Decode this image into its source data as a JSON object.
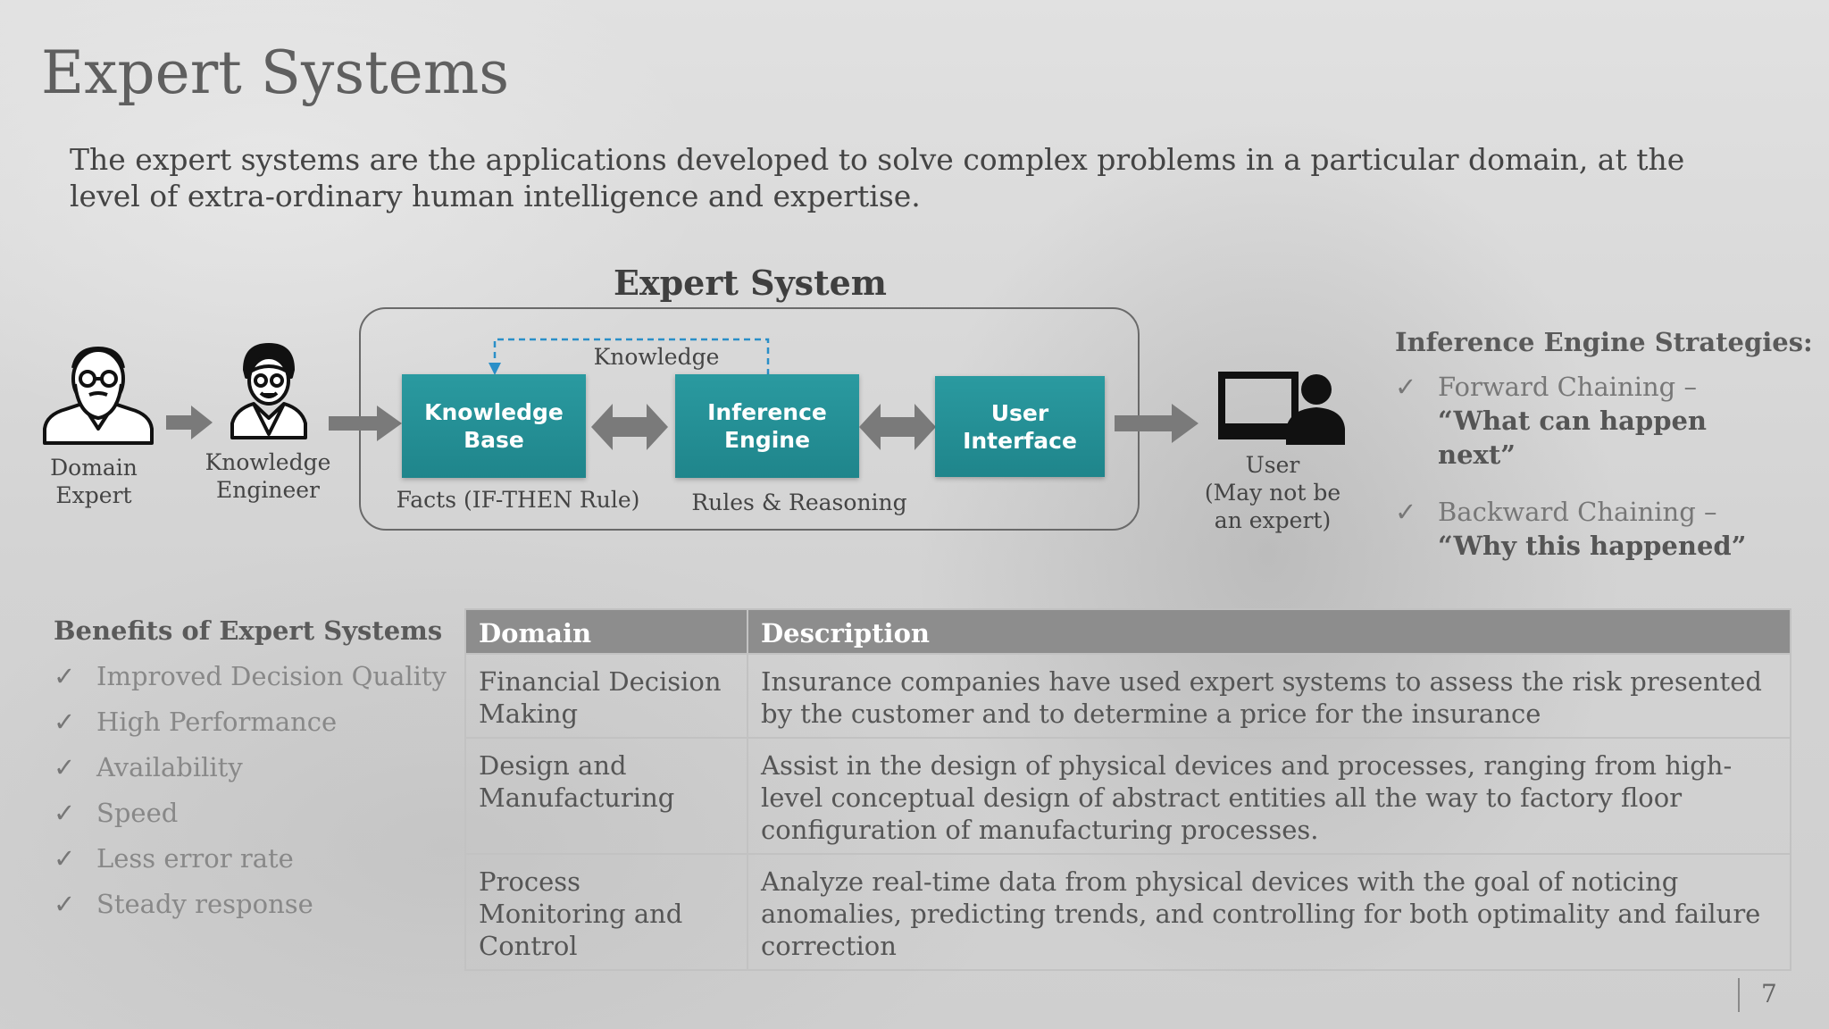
{
  "slide": {
    "title": "Expert Systems",
    "intro": "The expert systems are the applications developed to solve complex problems in a particular domain, at the level of extra-ordinary human intelligence and expertise.",
    "page_number": "7"
  },
  "diagram": {
    "title": "Expert System",
    "domain_expert": "Domain\nExpert",
    "knowledge_engineer": "Knowledge\nEngineer",
    "knowledge_base": "Knowledge\nBase",
    "inference_engine": "Inference\nEngine",
    "user_interface": "User\nInterface",
    "user": "User\n(May not be\nan expert)",
    "facts_caption": "Facts (IF-THEN Rule)",
    "rules_caption": "Rules & Reasoning",
    "feedback_caption": "Knowledge",
    "icons": [
      "domain-expert-icon",
      "knowledge-engineer-icon",
      "user-computer-icon"
    ]
  },
  "strategies": {
    "title": "Inference Engine Strategies:",
    "items": [
      {
        "name": "Forward Chaining – ",
        "quote": "“What can happen next”"
      },
      {
        "name": "Backward Chaining – ",
        "quote": "“Why this happened”"
      }
    ]
  },
  "benefits": {
    "title": "Benefits of Expert Systems",
    "check_glyph": "✓",
    "items": [
      "Improved Decision Quality",
      "High Performance",
      "Availability",
      "Speed",
      "Less error rate",
      "Steady response"
    ]
  },
  "table": {
    "headers": [
      "Domain",
      "Description"
    ],
    "rows": [
      [
        "Financial Decision Making",
        "Insurance companies have used expert systems to assess the risk presented by the customer and to determine a price for the insurance"
      ],
      [
        "Design and Manufacturing",
        "Assist in the design of physical devices and processes, ranging from high-level conceptual design of abstract entities all the way to factory floor configuration of manufacturing processes."
      ],
      [
        "Process Monitoring and Control",
        "Analyze real-time data from physical devices with the goal of noticing anomalies, predicting trends, and controlling for both optimality and failure correction"
      ]
    ]
  },
  "colors": {
    "teal_box": "#258f95",
    "arrow": "#7a7a7a",
    "table_header": "#8d8d8d",
    "feedback_dash": "#2a8fc8"
  }
}
